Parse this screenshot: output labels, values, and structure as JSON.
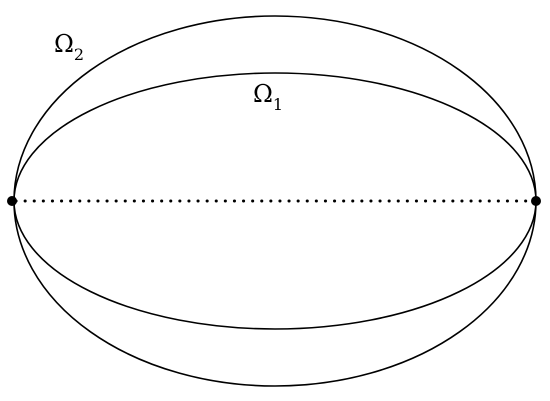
{
  "diagram": {
    "labels": {
      "outer": {
        "symbol": "Ω",
        "index": "2"
      },
      "inner": {
        "symbol": "Ω",
        "index": "1"
      }
    },
    "colors": {
      "stroke": "#000000",
      "background": "#ffffff"
    }
  }
}
